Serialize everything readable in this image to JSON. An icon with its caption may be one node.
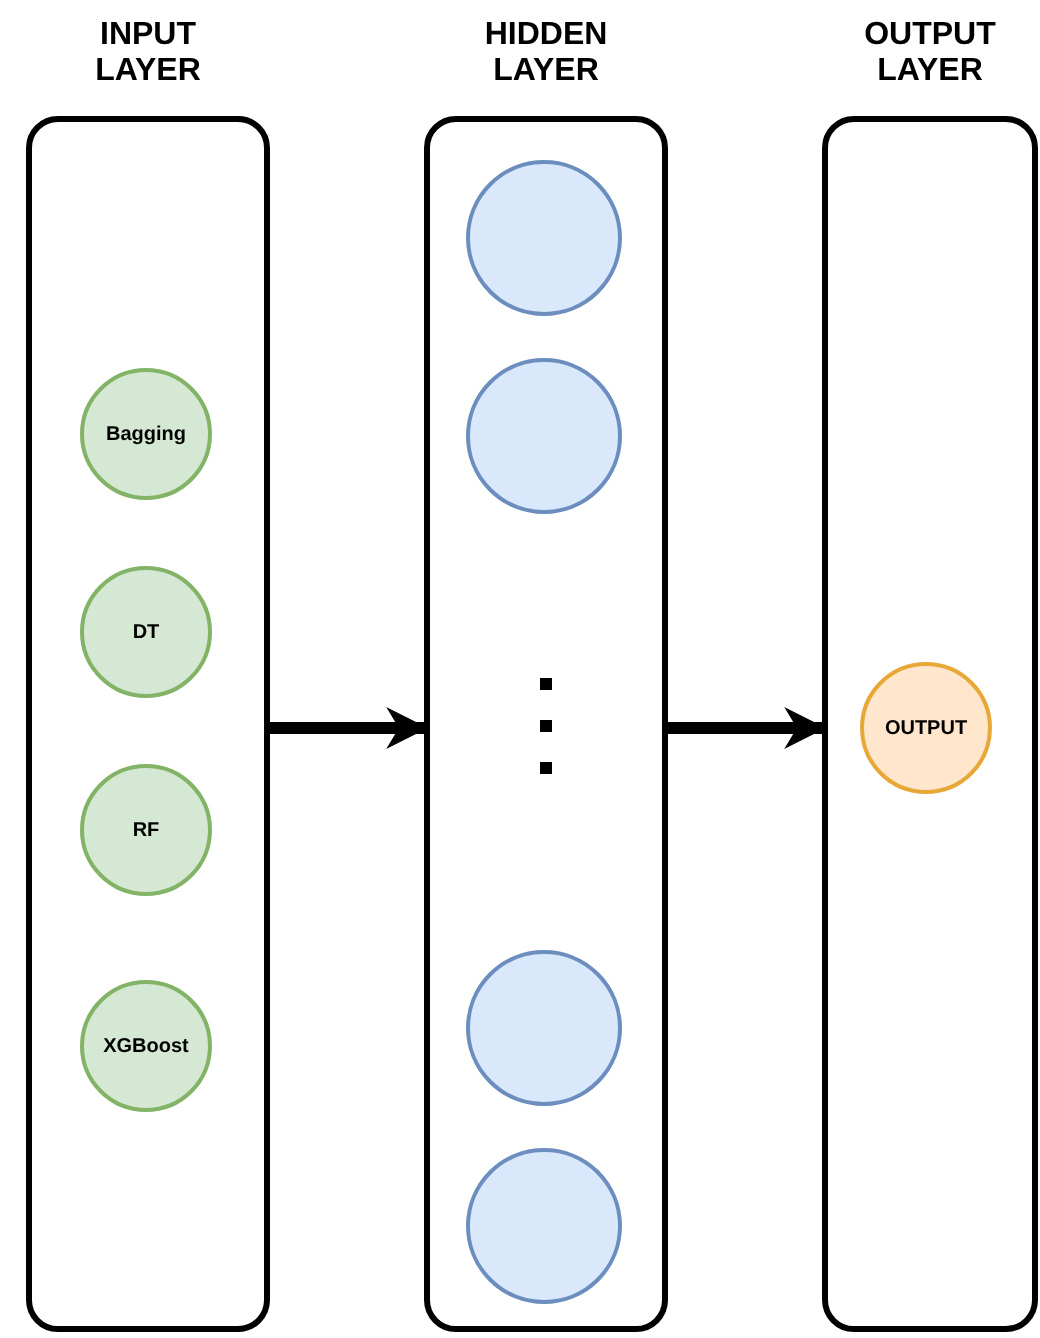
{
  "diagram": {
    "nodes": [
      {
        "text": [
          "INPUT LAYER"
        ]
      },
      {
        "text": [
          "Bagging"
        ],
        "in": 0
      },
      {
        "text": [
          "DT"
        ],
        "in": 0
      },
      {
        "text": [
          "RF"
        ],
        "in": 0
      },
      {
        "text": [
          "XGBoost"
        ],
        "in": 0
      },
      {
        "text": [
          "HIDDEN LAYER"
        ]
      },
      {
        "text": [],
        "shape": "circle",
        "in": 5
      },
      {
        "text": [],
        "shape": "circle",
        "in": 5
      },
      {
        "text": [],
        "shape": "circle",
        "in": 5
      },
      {
        "text": [],
        "shape": "circle",
        "in": 5
      },
      {
        "text": [
          "OUTPUT LAYER"
        ]
      },
      {
        "text": [
          "OUTPUT"
        ],
        "in": 10
      }
    ],
    "edges": [
      {
        "from": 0,
        "to": 5,
        "arrow": "to"
      },
      {
        "from": 5,
        "to": 10,
        "arrow": "to"
      }
    ]
  }
}
